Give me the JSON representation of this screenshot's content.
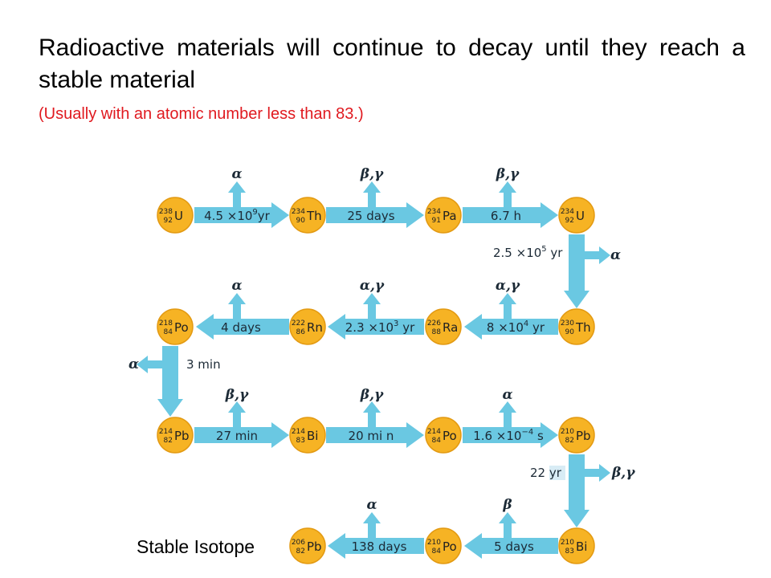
{
  "heading": {
    "title": "Radioactive materials will continue to decay until they reach a stable material",
    "subtitle": "(Usually with an atomic number less than 83.)"
  },
  "stable_label": "Stable Isotope",
  "colors": {
    "nucleus": "#f6b324",
    "arrow": "#6ac8e2",
    "subtitle": "#e0191f"
  },
  "nuclides": {
    "U238": {
      "mass": "238",
      "z": "92",
      "symbol": "U"
    },
    "Th234": {
      "mass": "234",
      "z": "90",
      "symbol": "Th"
    },
    "Pa234": {
      "mass": "234",
      "z": "91",
      "symbol": "Pa"
    },
    "U234": {
      "mass": "234",
      "z": "92",
      "symbol": "U"
    },
    "Th230": {
      "mass": "230",
      "z": "90",
      "symbol": "Th"
    },
    "Ra226": {
      "mass": "226",
      "z": "88",
      "symbol": "Ra"
    },
    "Rn222": {
      "mass": "222",
      "z": "86",
      "symbol": "Rn"
    },
    "Po218": {
      "mass": "218",
      "z": "84",
      "symbol": "Po"
    },
    "Pb214": {
      "mass": "214",
      "z": "82",
      "symbol": "Pb"
    },
    "Bi214": {
      "mass": "214",
      "z": "83",
      "symbol": "Bi"
    },
    "Po214": {
      "mass": "214",
      "z": "84",
      "symbol": "Po"
    },
    "Pb210": {
      "mass": "210",
      "z": "82",
      "symbol": "Pb"
    },
    "Bi210": {
      "mass": "210",
      "z": "83",
      "symbol": "Bi"
    },
    "Po210": {
      "mass": "210",
      "z": "84",
      "symbol": "Po"
    },
    "Pb206": {
      "mass": "206",
      "z": "82",
      "symbol": "Pb"
    }
  },
  "transitions": {
    "t1": {
      "base": "4.5 ×10",
      "sup": "9",
      "tail": "yr",
      "emission": "α"
    },
    "t2": {
      "base": "25 days",
      "sup": "",
      "tail": "",
      "emission": "β,γ"
    },
    "t3": {
      "base": "6.7 h",
      "sup": "",
      "tail": "",
      "emission": "β,γ"
    },
    "t4": {
      "base": "2.5 ×10",
      "sup": "5",
      "tail": " yr",
      "emission": "α"
    },
    "t5": {
      "base": "8 ×10",
      "sup": "4",
      "tail": " yr",
      "emission": "α,γ"
    },
    "t6": {
      "base": "2.3 ×10",
      "sup": "3",
      "tail": " yr",
      "emission": "α,γ"
    },
    "t7": {
      "base": "4 days",
      "sup": "",
      "tail": "",
      "emission": "α"
    },
    "t8": {
      "base": "3 min",
      "sup": "",
      "tail": "",
      "emission": "α"
    },
    "t9": {
      "base": "27 min",
      "sup": "",
      "tail": "",
      "emission": "β,γ"
    },
    "t10": {
      "base": "20 mi n",
      "sup": "",
      "tail": "",
      "emission": "β,γ"
    },
    "t11": {
      "base": "1.6 ×10",
      "sup": "−4",
      "tail": " s",
      "emission": "α"
    },
    "t12": {
      "base": "22 yr",
      "sup": "",
      "tail": "",
      "emission": "β,γ"
    },
    "t13": {
      "base": "5 days",
      "sup": "",
      "tail": "",
      "emission": "β"
    },
    "t14": {
      "base": "138 days",
      "sup": "",
      "tail": "",
      "emission": "α"
    }
  }
}
